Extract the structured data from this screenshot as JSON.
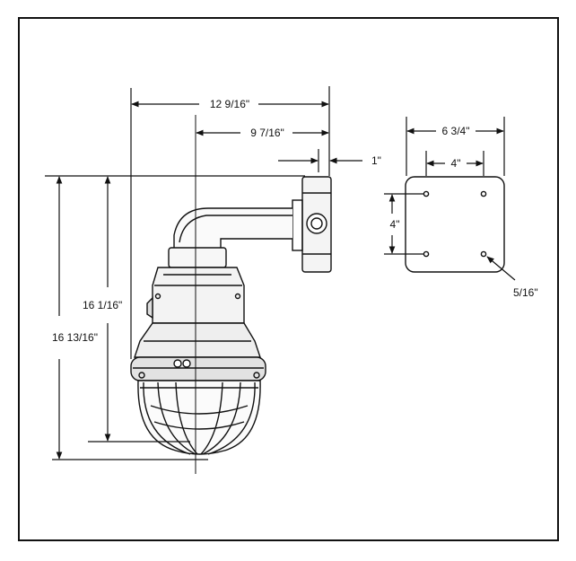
{
  "dimensions": {
    "overall_width": "12 9/16\"",
    "center_to_back": "9 7/16\"",
    "bracket_depth": "1\"",
    "overall_height": "16 13/16\"",
    "height_to_dome": "16 1/16\"",
    "plate_width": "6 3/4\"",
    "hole_spacing_horizontal": "4\"",
    "hole_spacing_vertical": "4\"",
    "hole_diameter": "5/16\""
  }
}
